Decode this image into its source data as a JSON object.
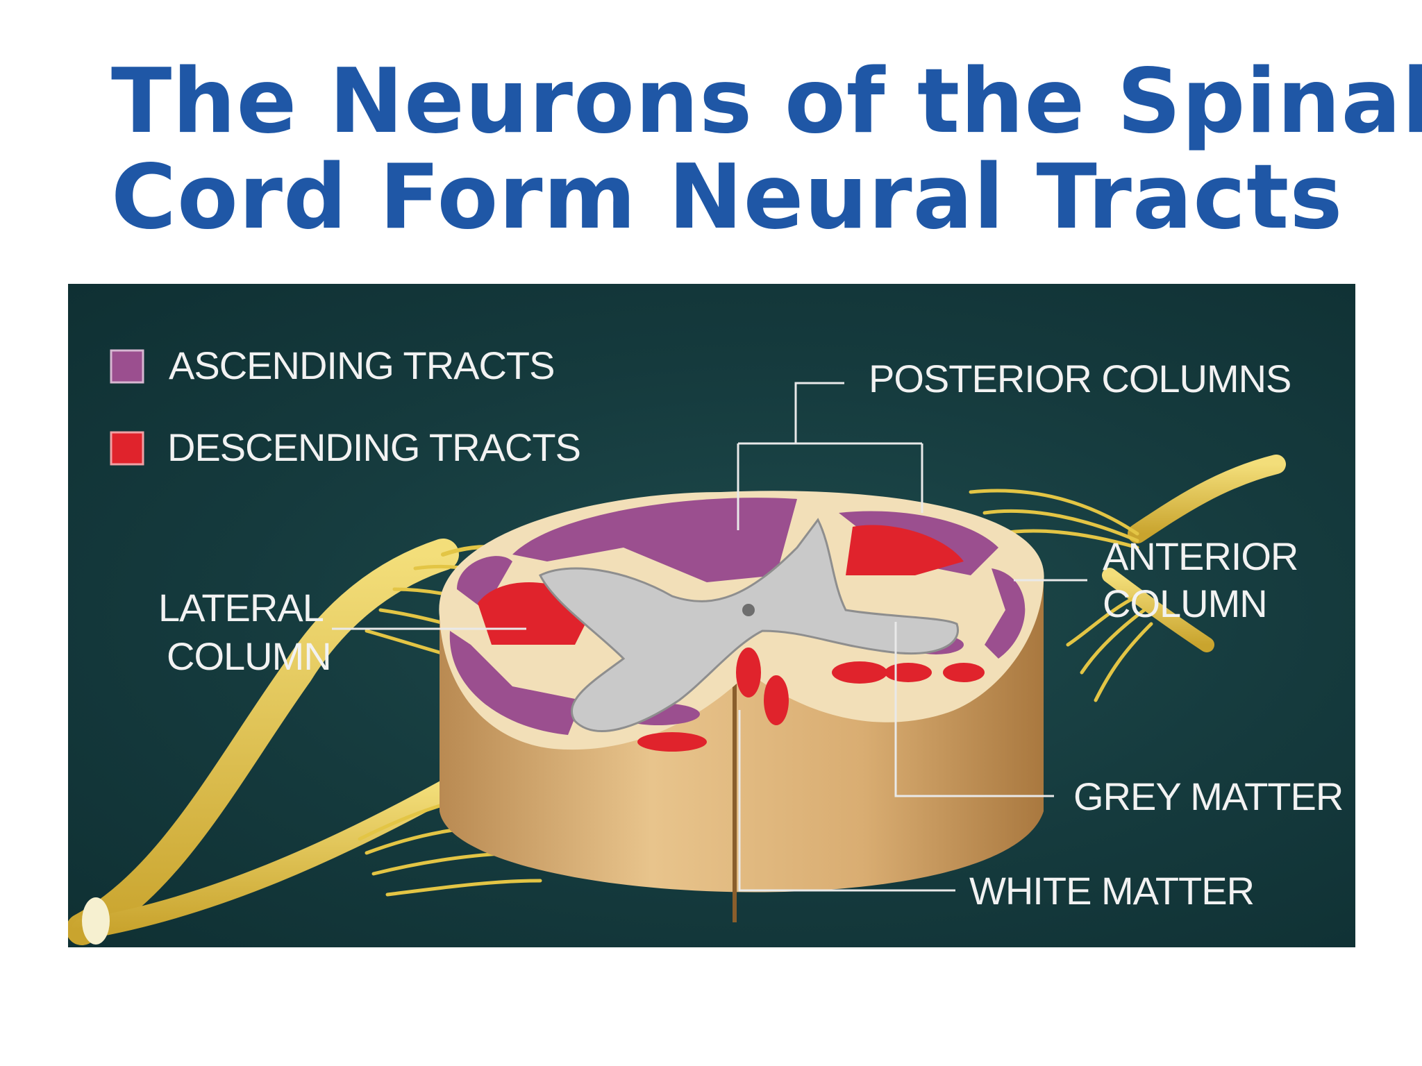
{
  "title": {
    "line1": "The Neurons of the Spinal",
    "line2": "Cord Form Neural Tracts"
  },
  "legend": {
    "ascending": {
      "label": "ASCENDING TRACTS",
      "color": "#9b4f8f"
    },
    "descending": {
      "label": "DESCENDING TRACTS",
      "color": "#e0232c"
    }
  },
  "labels": {
    "posterior_columns": "POSTERIOR COLUMNS",
    "anterior_column_1": "ANTERIOR",
    "anterior_column_2": "COLUMN",
    "lateral_column_1": "LATERAL",
    "lateral_column_2": "COLUMN",
    "grey_matter": "GREY MATTER",
    "white_matter": "WHITE MATTER"
  },
  "colors": {
    "title": "#1f57a6",
    "background": "#153a3d",
    "white_matter_side": "#d9ad72",
    "grey_matter": "#c9c9c9",
    "nerve": "#e6c94a"
  }
}
